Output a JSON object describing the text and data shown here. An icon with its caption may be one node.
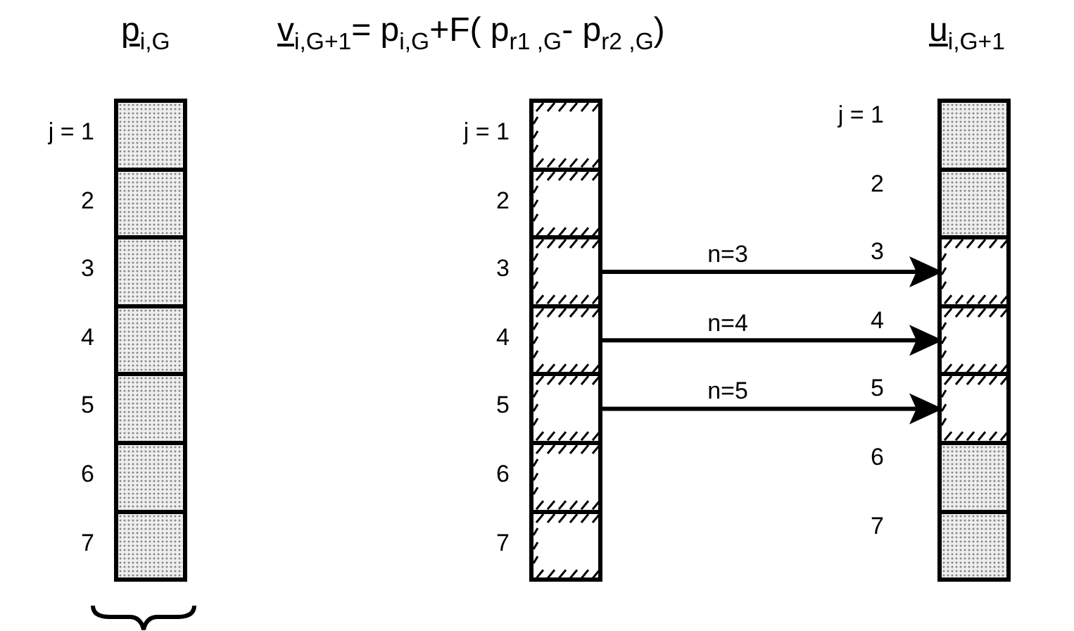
{
  "diagram": {
    "nodes": [
      {
        "text": [],
        "shape": "box"
      },
      {
        "text": [],
        "shape": "box"
      },
      {
        "text": [],
        "shape": "box"
      },
      {
        "text": [],
        "shape": "box"
      },
      {
        "text": [],
        "shape": "box"
      },
      {
        "text": [],
        "shape": "box"
      },
      {
        "text": [],
        "shape": "box"
      },
      {
        "text": [],
        "shape": "frame"
      },
      {
        "text": [],
        "shape": "frame"
      },
      {
        "text": [],
        "shape": "frame"
      },
      {
        "text": [],
        "shape": "frame"
      },
      {
        "text": [],
        "shape": "frame"
      },
      {
        "text": [],
        "shape": "frame"
      },
      {
        "text": [],
        "shape": "frame"
      },
      {
        "text": [],
        "shape": "box"
      },
      {
        "text": [],
        "shape": "box"
      },
      {
        "text": [],
        "shape": "frame"
      },
      {
        "text": [],
        "shape": "frame"
      },
      {
        "text": [],
        "shape": "frame"
      },
      {
        "text": [],
        "shape": "box"
      },
      {
        "text": [],
        "shape": "box"
      }
    ],
    "edges": [
      {
        "from": 9,
        "to": 16,
        "arrow": "to",
        "label": "n=3"
      },
      {
        "from": 10,
        "to": 17,
        "arrow": "to",
        "label": "n=4"
      },
      {
        "from": 11,
        "to": 18,
        "arrow": "to",
        "label": "n=5"
      }
    ],
    "labels": [
      "p$_{i,G}$",
      "v$_{i,G+1}$= p$_{i,G}$+F( p$_{r1 ,G}$- p$_{r2 ,G}$)",
      "u$_{i,G+1}$",
      "j = 1",
      "2",
      "3",
      "4",
      "5",
      "6",
      "7",
      "j = 1",
      "2",
      "3",
      "4",
      "5",
      "6",
      "7",
      "j = 1",
      "2",
      "3",
      "4",
      "5",
      "6",
      "7"
    ]
  }
}
